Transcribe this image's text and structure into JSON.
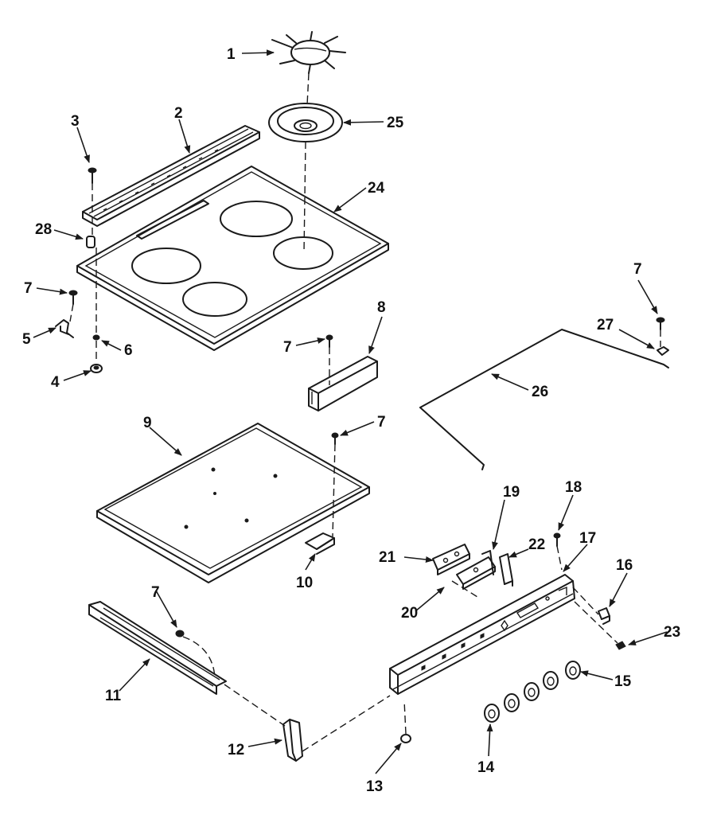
{
  "colors": {
    "ink": "#1a1a1a",
    "paper": "#ffffff"
  },
  "callouts": {
    "c1": "1",
    "c2": "2",
    "c3": "3",
    "c4": "4",
    "c5": "5",
    "c6": "6",
    "c7a": "7",
    "c7b": "7",
    "c7c": "7",
    "c7d": "7",
    "c7e": "7",
    "c8": "8",
    "c9": "9",
    "c10": "10",
    "c11": "11",
    "c12": "12",
    "c13": "13",
    "c14": "14",
    "c15": "15",
    "c16": "16",
    "c17": "17",
    "c18": "18",
    "c19": "19",
    "c20": "20",
    "c21": "21",
    "c22": "22",
    "c23": "23",
    "c24": "24",
    "c25": "25",
    "c26": "26",
    "c27": "27",
    "c28": "28"
  }
}
